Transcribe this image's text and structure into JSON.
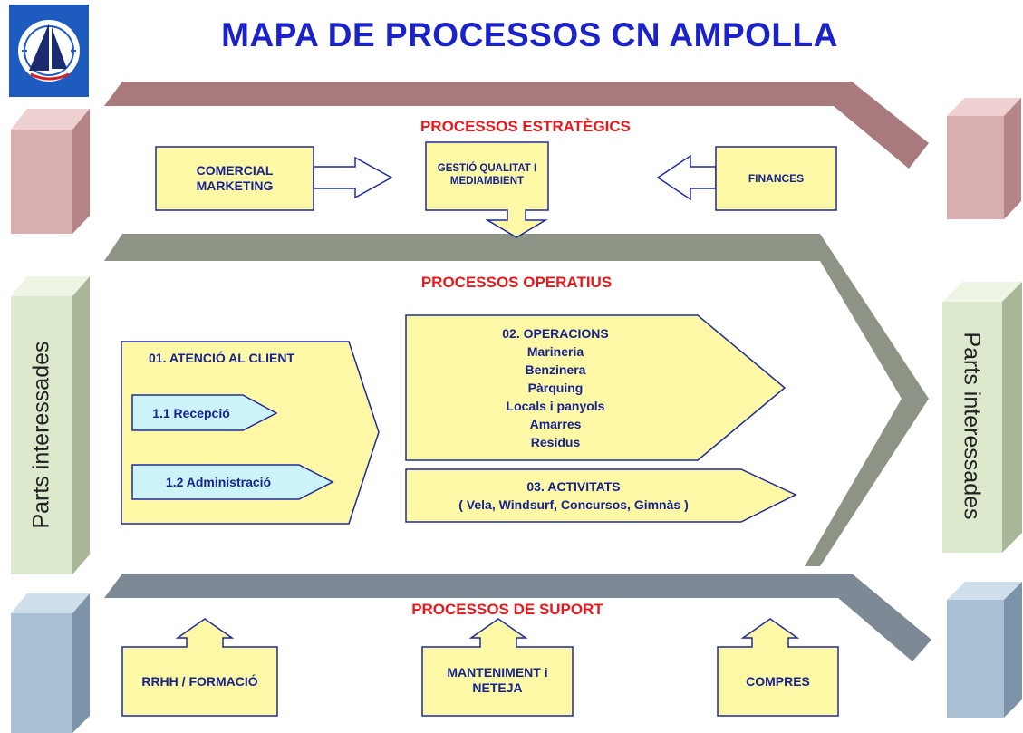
{
  "title": "MAPA DE PROCESSOS CN AMPOLLA",
  "stakeholders_left": "Parts interessades",
  "stakeholders_right": "Parts interessades",
  "strategic": {
    "heading": "PROCESSOS ESTRATÈGICS",
    "comercial": [
      "COMERCIAL",
      "MARKETING"
    ],
    "qualitat": [
      "GESTIÓ QUALITAT I",
      "MEDIAMBIENT"
    ],
    "finances": "FINANCES"
  },
  "operational": {
    "heading": "PROCESSOS OPERATIUS",
    "atencio": {
      "label": "01. ATENCIÓ AL CLIENT",
      "recepcio": "1.1 Recepció",
      "administracio": "1.2 Administració"
    },
    "operacions": {
      "label": "02. OPERACIONS",
      "items": [
        "Marineria",
        "Benzinera",
        "Pàrquing",
        "Locals i panyols",
        "Amarres",
        "Residus"
      ]
    },
    "activitats": {
      "label": "03. ACTIVITATS",
      "detail": "( Vela, Windsurf, Concursos, Gimnàs )"
    }
  },
  "support": {
    "heading": "PROCESSOS DE SUPORT",
    "rrhh": "RRHH / FORMACIÓ",
    "manteniment": [
      "MANTENIMENT i",
      "NETEJA"
    ],
    "compres": "COMPRES"
  },
  "colors": {
    "title": "#1a22c8",
    "section_title": "#e8191d",
    "box_fill": "#fdf8a6",
    "box_stroke": "#1f2a9c",
    "box_text": "#17238f",
    "sub_box_fill": "#ccf3f8",
    "band_strategic": "#a97a7d",
    "band_operational": "#8e9485",
    "band_support": "#7d8a96",
    "block_strategic": "#d9aeb0",
    "block_operational": "#d9e8c8",
    "block_support": "#a9bfd4"
  },
  "logo": "club-nautic-ampolla-logo"
}
